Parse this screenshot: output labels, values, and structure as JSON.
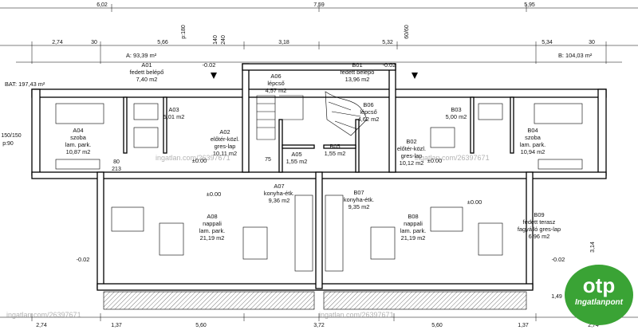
{
  "rooms": [
    {
      "id": "a01",
      "lines": [
        "A01",
        "fedett belépő",
        "7,40 m2"
      ]
    },
    {
      "id": "a02",
      "lines": [
        "A02",
        "előtér-közl.",
        "gres-lap",
        "10,11 m2"
      ]
    },
    {
      "id": "a03",
      "lines": [
        "A03",
        "5,01 m2"
      ]
    },
    {
      "id": "a04",
      "lines": [
        "A04",
        "szoba",
        "lam. park.",
        "10,87 m2"
      ]
    },
    {
      "id": "a05",
      "lines": [
        "A05",
        "1,55 m2"
      ]
    },
    {
      "id": "a06",
      "lines": [
        "A06",
        "lépcső",
        "4,57 m2"
      ]
    },
    {
      "id": "a07",
      "lines": [
        "A07",
        "konyha-étk.",
        "9,36 m2"
      ]
    },
    {
      "id": "a08",
      "lines": [
        "A08",
        "nappali",
        "lam. park.",
        "21,19 m2"
      ]
    },
    {
      "id": "b01",
      "lines": [
        "B01",
        "fedett belépő",
        "13,96 m2"
      ]
    },
    {
      "id": "b02",
      "lines": [
        "B02",
        "előtér-közl.",
        "gres-lap",
        "10,12 m2"
      ]
    },
    {
      "id": "b03",
      "lines": [
        "B03",
        "5,00 m2"
      ]
    },
    {
      "id": "b04",
      "lines": [
        "B04",
        "szoba",
        "lam. park.",
        "10,94 m2"
      ]
    },
    {
      "id": "b05",
      "lines": [
        "B05",
        "1,55 m2"
      ]
    },
    {
      "id": "b06",
      "lines": [
        "B06",
        "lépcső",
        "4,62 m2"
      ]
    },
    {
      "id": "b07",
      "lines": [
        "B07",
        "konyha-étk.",
        "9,35 m2"
      ]
    },
    {
      "id": "b08",
      "lines": [
        "B08",
        "nappali",
        "lam. park.",
        "21,19 m2"
      ]
    },
    {
      "id": "b09",
      "lines": [
        "B09",
        "fedett terasz",
        "fagyálló gres-lap",
        "6,96 m2"
      ]
    }
  ],
  "area_labels": {
    "a_total": "A: 93,39 m²",
    "b_total": "B: 104,03 m²",
    "bat": "BAT: 197,43 m²"
  },
  "levels": {
    "zero": "±0.00",
    "minus": "-0.02"
  },
  "dims": {
    "top": [
      "6,02",
      "7,59",
      "5,95",
      "2,74",
      "30",
      "5,66",
      "3,18",
      "5,32",
      "5,34",
      "30"
    ],
    "bottom": [
      "2,74",
      "1,37",
      "5,60",
      "3,72",
      "5,60",
      "1,37",
      "2,74"
    ],
    "openings": [
      "140",
      "240",
      "80",
      "213",
      "75",
      "60/60",
      "p:180",
      "150/150",
      "p:90",
      "1,49",
      "3,14"
    ]
  },
  "watermark": "ingatlan.com/26397671",
  "logo": {
    "name": "otp",
    "sub": "Ingatlanpont"
  }
}
